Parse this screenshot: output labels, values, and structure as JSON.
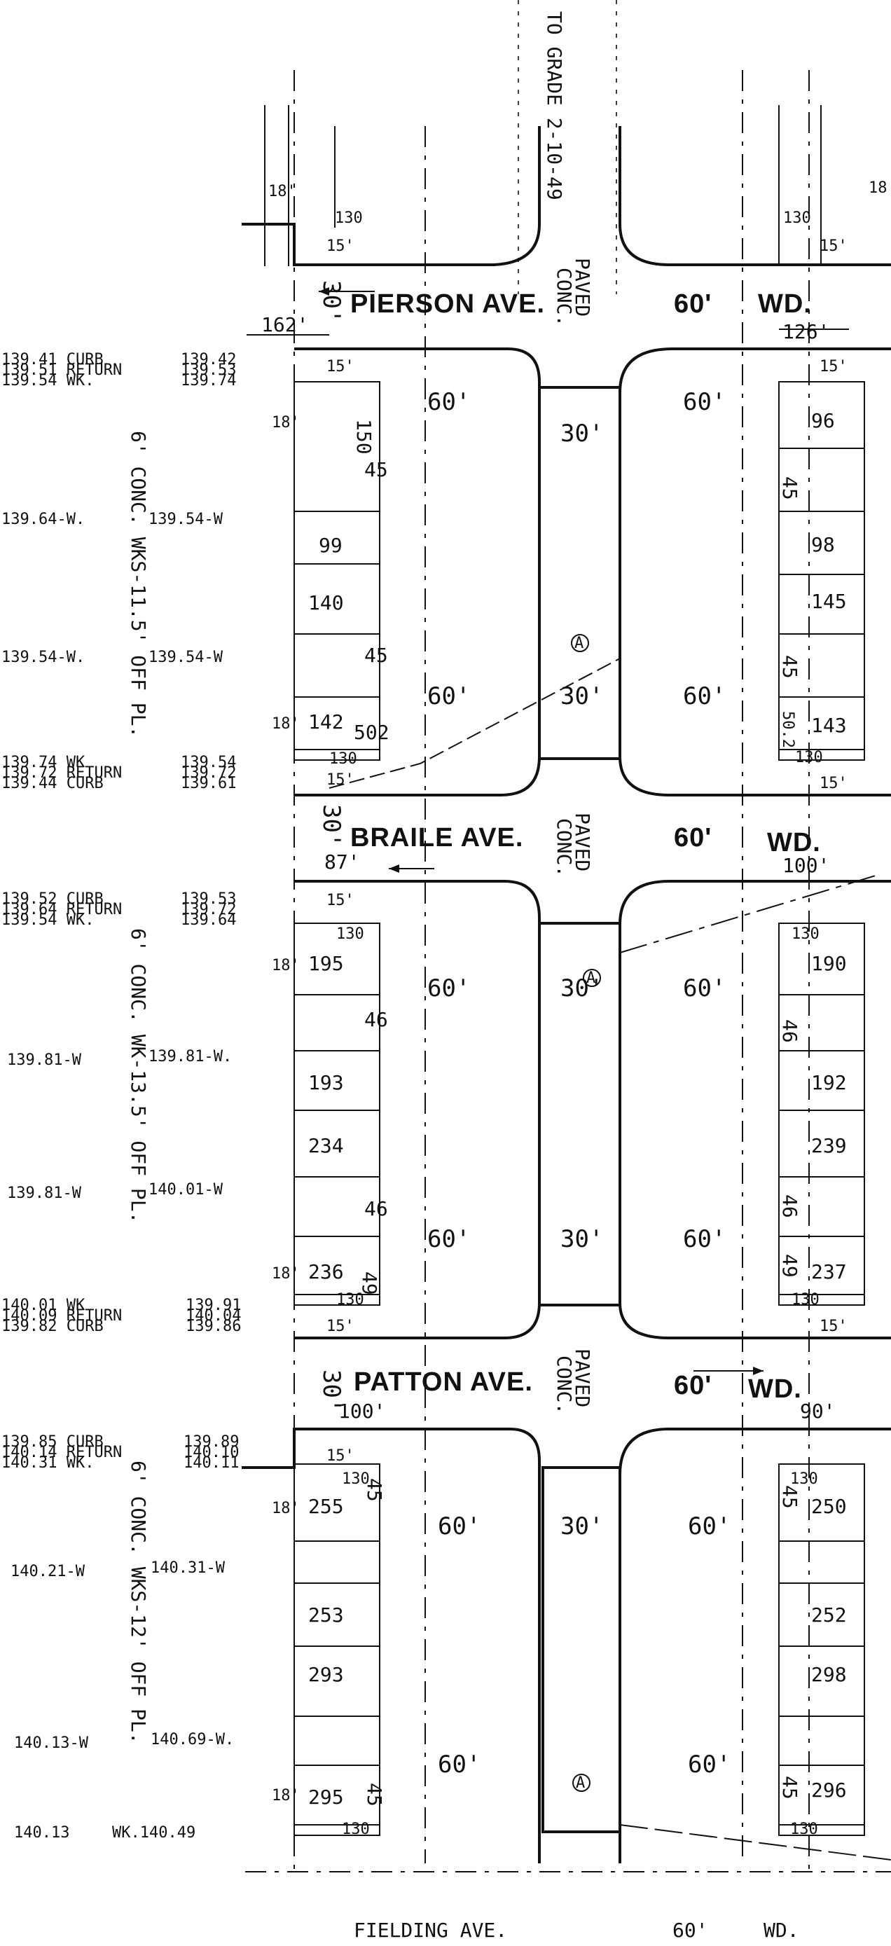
{
  "header": {
    "grade_note": "TO GRADE 2-10-49"
  },
  "streets": [
    {
      "name": "PIERSON AVE.",
      "width": "60'",
      "wd": "WD.",
      "paved": "PAVED",
      "conc": "CONC."
    },
    {
      "name": "BRAILE AVE.",
      "width": "60'",
      "wd": "WD.",
      "paved": "PAVED",
      "conc": "CONC."
    },
    {
      "name": "PATTON AVE.",
      "width": "60'",
      "wd": "WD.",
      "paved": "PAVED",
      "conc": "CONC."
    },
    {
      "name": "FIELDING AVE.",
      "width": "60'",
      "wd": "WD."
    }
  ],
  "street_offsets": [
    "30'",
    "30'",
    "30'"
  ],
  "median": {
    "width": "30'"
  },
  "block_widths": {
    "left": "60'",
    "right": "60'"
  },
  "lot_widths": {
    "corner": "15'",
    "setback": "18'",
    "depth": "130"
  },
  "top_lots": {
    "left_depth": "130",
    "right_depth": "130",
    "left_setback": "18'",
    "right_setback": "18'",
    "left_front": "15'",
    "right_front": "15'"
  },
  "returns": {
    "pierson_left": "162'",
    "pierson_right": "126'",
    "braile_left": "87'",
    "braile_right": "100'",
    "patton_left": "100'",
    "patton_right": "90'"
  },
  "elevations": {
    "pierson_left_col1": [
      "139.41  CURB",
      "139.51 RETURN",
      "139.54   WK."
    ],
    "pierson_left_col2": [
      "139.42",
      "139.53",
      "139.74"
    ],
    "braile_top_col1": [
      "139.74   WK",
      "139.72 RETURN",
      "139.44  CURB"
    ],
    "braile_top_col2": [
      "139.54",
      "139.72",
      "139.61"
    ],
    "braile_left_col1": [
      "139.52  CURB",
      "139.64 RETURN",
      "139.54   WK."
    ],
    "braile_left_col2": [
      "139.53",
      "139.72",
      "139.64"
    ],
    "patton_top_col1": [
      "140.01    WK",
      "140.09 RETURN",
      "139.82  CURB"
    ],
    "patton_top_col2": [
      "139.91",
      "140.04",
      "139.86"
    ],
    "patton_left_col1": [
      "139.85  CURB",
      "140.14 RETURN",
      "140.31   WK."
    ],
    "patton_left_col2": [
      "139.89",
      "140.10",
      "140.11"
    ]
  },
  "walk_grades": {
    "b1": [
      "139.64-W.",
      "139.54-W",
      "139.54-W.",
      "139.54-W"
    ],
    "b2": [
      "139.81-W",
      "139.81-W.",
      "139.81-W",
      "140.01-W"
    ],
    "b3": [
      "140.21-W",
      "140.31-W",
      "140.13-W",
      "140.69-W.",
      "140.13",
      "WK.140.49"
    ]
  },
  "walk_notes": [
    "6' CONC. WKS-11.5' OFF PL.",
    "6' CONC. WK-13.5' OFF PL.",
    "6' CONC. WKS-12' OFF PL."
  ],
  "lots": {
    "b1_left": [
      "150",
      "45",
      "99",
      "140",
      "45",
      "142",
      "502"
    ],
    "b1_right": [
      "96",
      "45",
      "98",
      "145",
      "45",
      "143",
      "50.2"
    ],
    "b2_left": [
      "195",
      "46",
      "193",
      "234",
      "46",
      "236",
      "49"
    ],
    "b2_right": [
      "190",
      "46",
      "192",
      "239",
      "46",
      "237",
      "49"
    ],
    "b3_left": [
      "255",
      "45",
      "253",
      "293",
      "295",
      "45"
    ],
    "b3_right": [
      "250",
      "45",
      "252",
      "298",
      "296",
      "45"
    ]
  },
  "markers": [
    "A",
    "A",
    "A"
  ]
}
